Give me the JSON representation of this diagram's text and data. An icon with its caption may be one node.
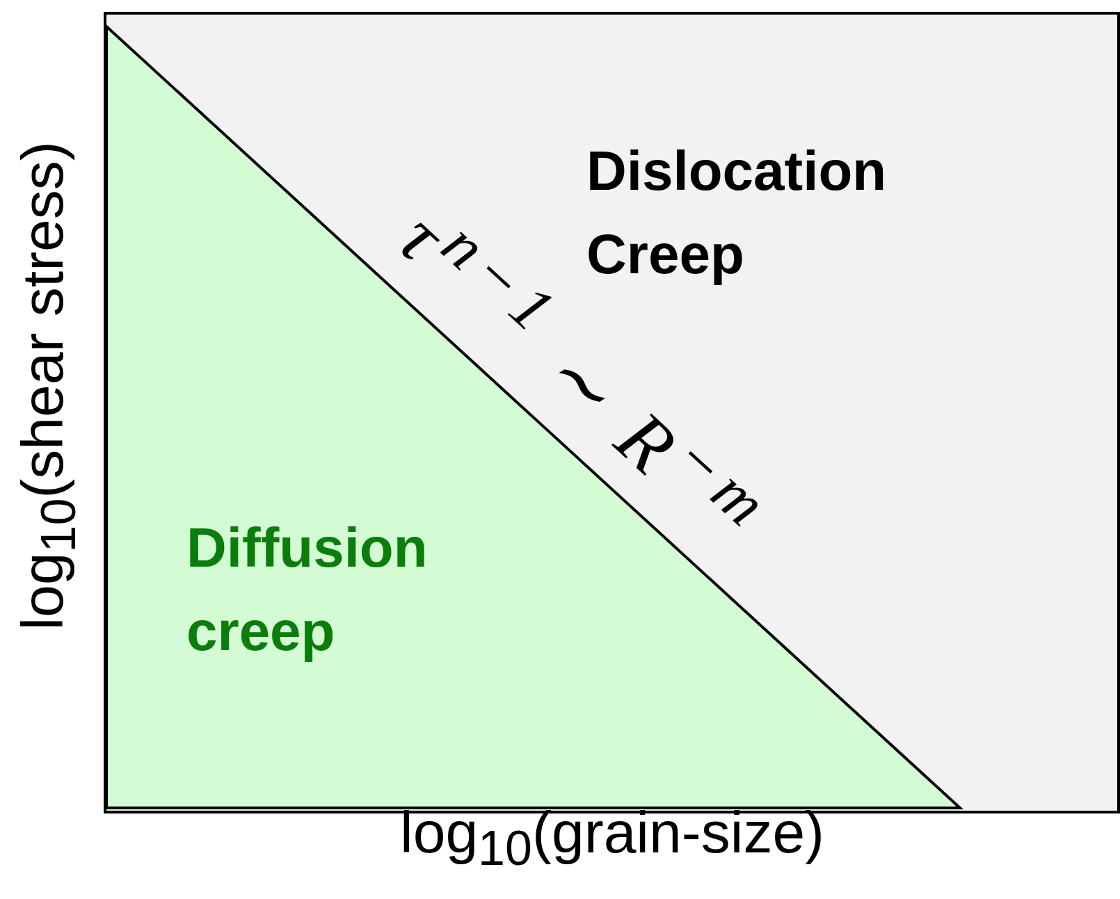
{
  "diagram": {
    "nodes": [
      {
        "text": [
          "Dislocation Creep"
        ]
      },
      {
        "text": [
          "Diffusion creep"
        ],
        "in": 0
      }
    ],
    "labels": [
      "τ$^{n−1}$ ∼ *R*$^{−m}$",
      "log$_{10}$(shear stress)",
      "log$_{10}$(grain-size)"
    ]
  }
}
